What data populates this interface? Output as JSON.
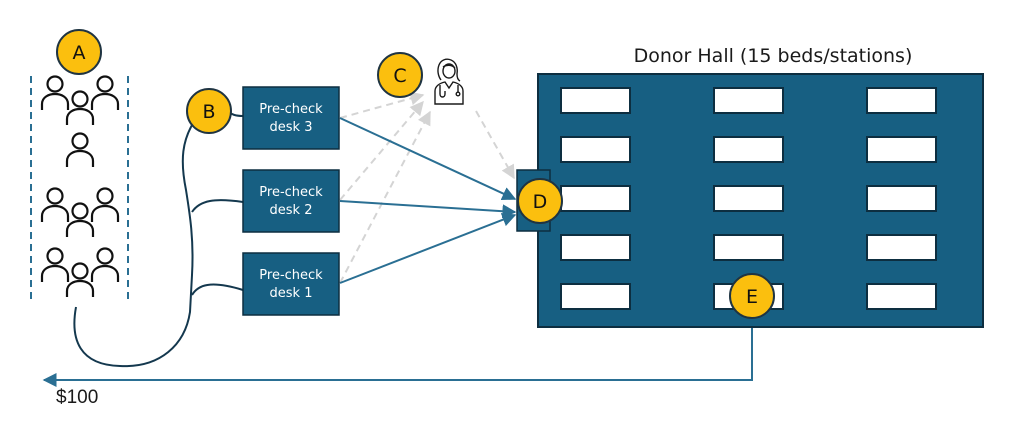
{
  "colors": {
    "navy": "#175f82",
    "navy_border": "#0d2e40",
    "badge_fill": "#fbbf0e",
    "badge_border": "#1f3442",
    "arrow_blue": "#2a6f93",
    "dashed_gray": "#d4d4d4",
    "curve_dark": "#14384e",
    "queue_dash": "#2a6f93",
    "bed_fill": "#ffffff"
  },
  "queue": {
    "badge": "A",
    "groups": [
      "group-of-three",
      "single-person",
      "group-of-three",
      "group-of-three"
    ]
  },
  "precheck": {
    "badge": "B",
    "desks": [
      {
        "line1": "Pre-check",
        "line2": "desk 3"
      },
      {
        "line1": "Pre-check",
        "line2": "desk 2"
      },
      {
        "line1": "Pre-check",
        "line2": "desk 1"
      }
    ]
  },
  "doctor": {
    "badge": "C",
    "icon": "doctor-icon"
  },
  "entrance": {
    "badge": "D"
  },
  "donor_hall": {
    "title": "Donor Hall (15 beds/stations)",
    "bed_count": 15,
    "columns": 3,
    "rows": 5,
    "exit_badge": "E"
  },
  "payout": {
    "label": "$100"
  }
}
